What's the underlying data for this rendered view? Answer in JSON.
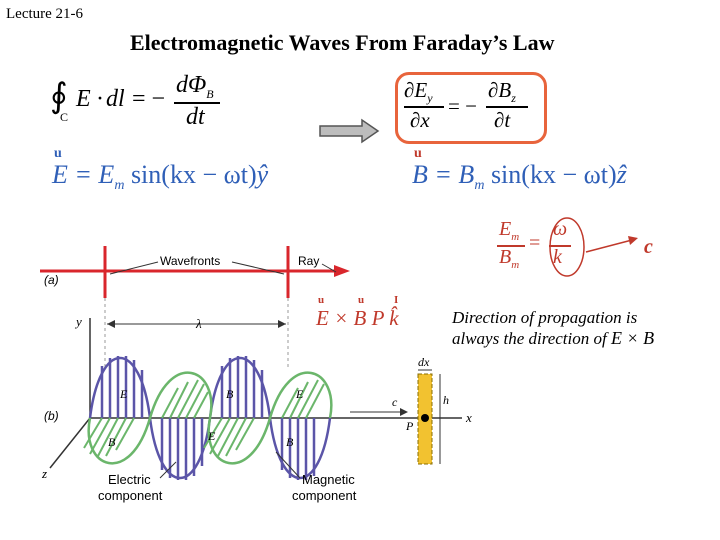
{
  "header": {
    "lecture": "Lecture 21-6",
    "title": "Electromagnetic Waves From Faraday’s Law"
  },
  "equations": {
    "faraday_lhs_symbols": [
      "∮",
      "C",
      "E",
      "·",
      "dl",
      "= −"
    ],
    "faraday_num": "dΦ",
    "faraday_num_sub": "B",
    "faraday_den": "dt",
    "pde_num1": "∂E",
    "pde_num1_sub": "y",
    "pde_den1": "∂x",
    "pde_eq": "= −",
    "pde_num2": "∂B",
    "pde_num2_sub": "z",
    "pde_den2": "∂t",
    "e_wave_main": "E = E",
    "e_wave_sub": "m",
    "e_wave_rest": " sin(kx − ωt)",
    "e_wave_unit": "ŷ",
    "b_wave_main": "B = B",
    "b_wave_sub": "m",
    "b_wave_rest": " sin(kx − ωt)",
    "b_wave_unit": "ẑ",
    "ratio_num1": "E",
    "ratio_num1_sub": "m",
    "ratio_den1": "B",
    "ratio_den1_sub": "m",
    "ratio_eq": "=",
    "ratio_num2": "ω",
    "ratio_den2": "k",
    "speed_c": "c",
    "cross_product": "E × B P k̂"
  },
  "note": {
    "line1": "Direction of propagation is",
    "line2": "always the direction of",
    "cross": "E × B"
  },
  "figure": {
    "label_a": "(a)",
    "label_b": "(b)",
    "wavefronts": "Wavefronts",
    "ray": "Ray",
    "y_axis": "y",
    "z_axis": "z",
    "x_axis": "x",
    "lambda": "λ",
    "c_label": "c",
    "p_label": "P",
    "dx_label": "dx",
    "h_label": "h",
    "e_vec": "E",
    "b_vec": "B",
    "electric_component_1": "Electric",
    "electric_component_2": "component",
    "magnetic_component_1": "Magnetic",
    "magnetic_component_2": "component"
  },
  "colors": {
    "accent_blue": "#2f5fb7",
    "box_orange": "#e8643c",
    "ray_red": "#d9262c",
    "wave_blue": "#5b55a8",
    "wave_green": "#6bb66b",
    "strip_yellow": "#f2c230"
  }
}
